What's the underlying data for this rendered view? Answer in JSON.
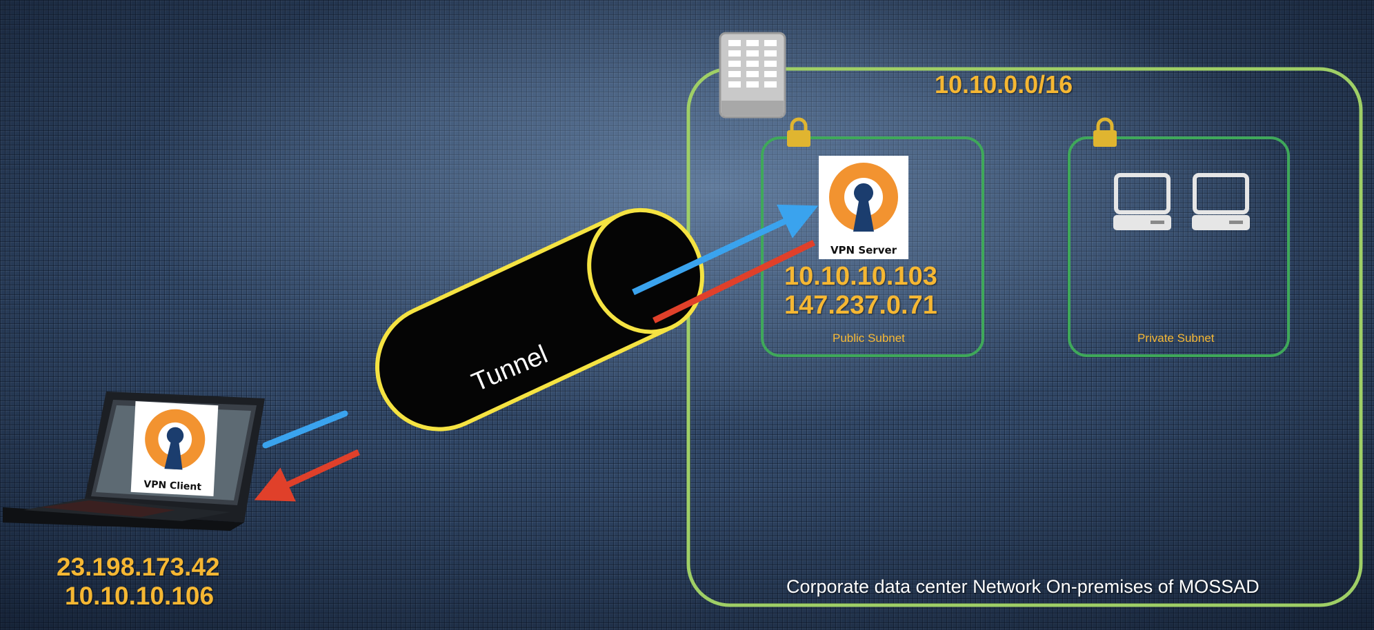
{
  "vpc": {
    "cidr": "10.10.0.0/16",
    "corporate_label": "Corporate data center Network On-premises of MOSSAD"
  },
  "public_subnet": {
    "label": "Public Subnet",
    "server_label": "VPN Server",
    "private_ip": "10.10.10.103",
    "public_ip": "147.237.0.71"
  },
  "private_subnet": {
    "label": "Private Subnet"
  },
  "tunnel": {
    "label": "Tunnel"
  },
  "client": {
    "label": "VPN Client",
    "public_ip": "23.198.173.42",
    "private_ip": "10.10.10.106"
  },
  "icons": {
    "building": "building-icon",
    "lock": "lock-icon",
    "openvpn": "openvpn-logo",
    "computer": "desktop-computer-icon",
    "laptop": "laptop-icon"
  },
  "colors": {
    "ip_text": "#f5b733",
    "outer_border": "#9fcf66",
    "subnet_border": "#3fa85a",
    "tunnel_border": "#f5e342",
    "arrow_in": "#3aa3ee",
    "arrow_out": "#e0402a",
    "openvpn_orange": "#f29330",
    "openvpn_navy": "#1b3d6e"
  }
}
